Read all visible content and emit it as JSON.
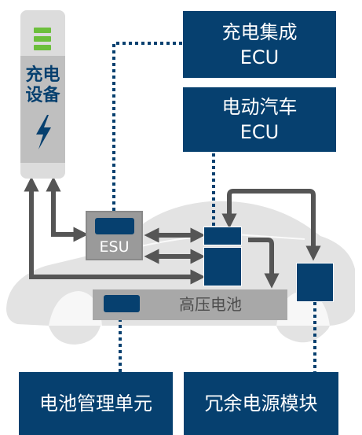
{
  "charger": {
    "label": "充电\n设备",
    "icon": "lightning-bolt-icon",
    "status_color": "#6cbf3c"
  },
  "boxes": {
    "charging_ecu": "充电集成\nECU",
    "ev_ecu": "电动汽车\nECU",
    "esu": "ESU",
    "battery": "高压电池",
    "bms": "电池管理单元",
    "redundant_power": "冗余电源模块"
  },
  "colors": {
    "navy": "#06406f",
    "car_body": "#e3e3e3",
    "arrow": "#555555",
    "dotted_line": "#06406f"
  }
}
